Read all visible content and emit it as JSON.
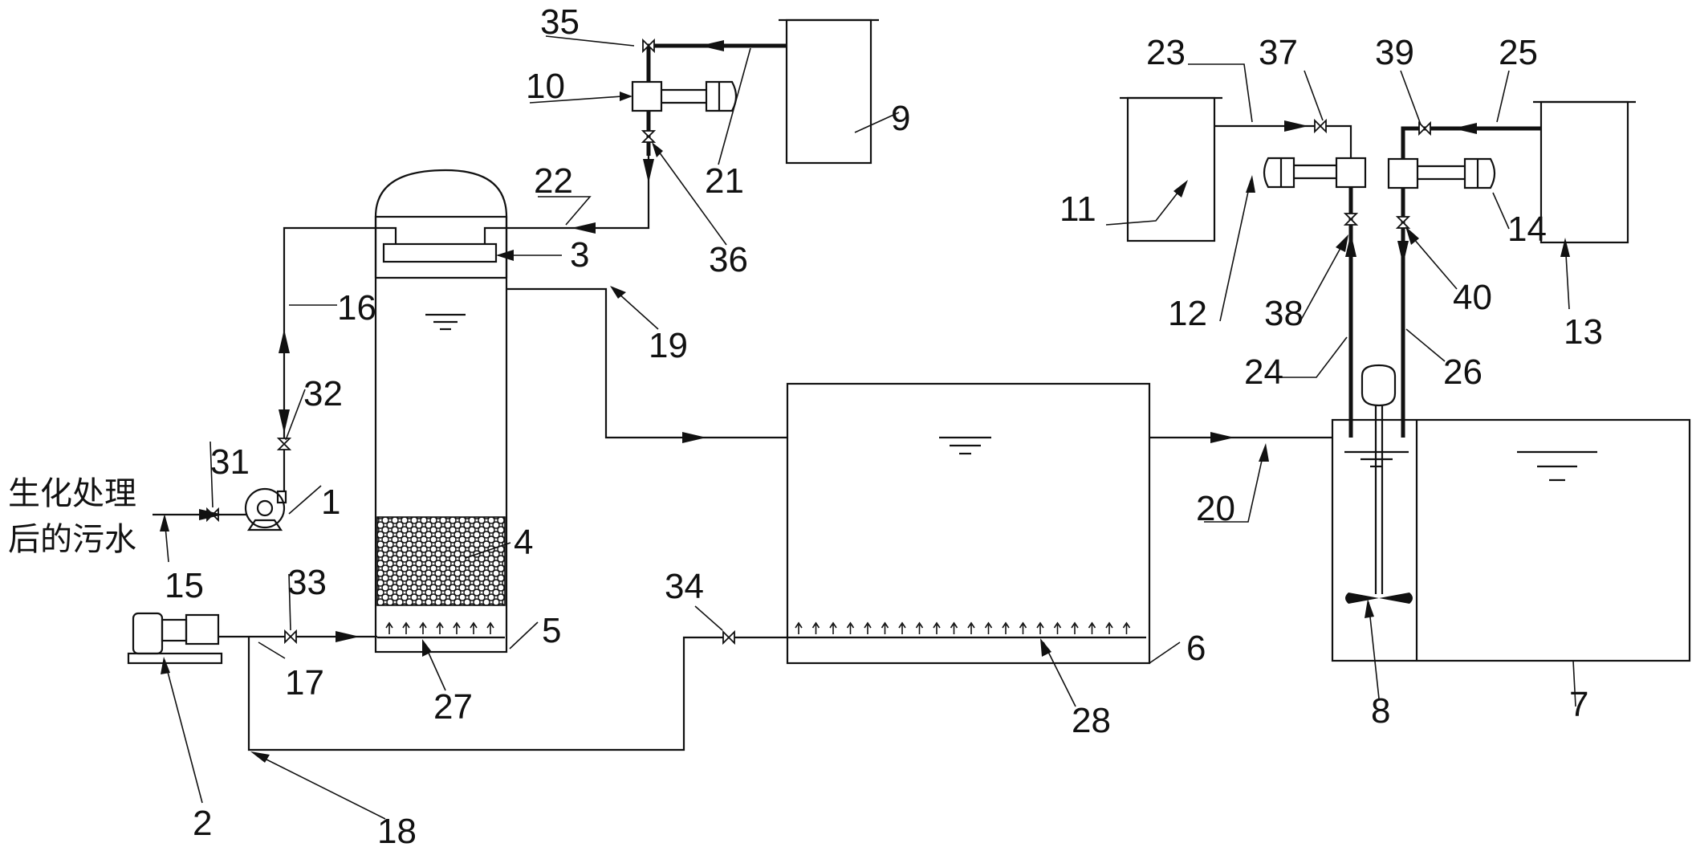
{
  "labels": {
    "n1": "1",
    "n2": "2",
    "n3": "3",
    "n4": "4",
    "n5": "5",
    "n6": "6",
    "n7": "7",
    "n8": "8",
    "n9": "9",
    "n10": "10",
    "n11": "11",
    "n12": "12",
    "n13": "13",
    "n14": "14",
    "n15": "15",
    "n16": "16",
    "n17": "17",
    "n18": "18",
    "n19": "19",
    "n20": "20",
    "n21": "21",
    "n22": "22",
    "n23": "23",
    "n24": "24",
    "n25": "25",
    "n26": "26",
    "n27": "27",
    "n28": "28",
    "n31": "31",
    "n32": "32",
    "n33": "33",
    "n34": "34",
    "n35": "35",
    "n36": "36",
    "n37": "37",
    "n38": "38",
    "n39": "39",
    "n40": "40"
  },
  "inlet_text": {
    "line1": "生化处理",
    "line2": "后的污水"
  }
}
